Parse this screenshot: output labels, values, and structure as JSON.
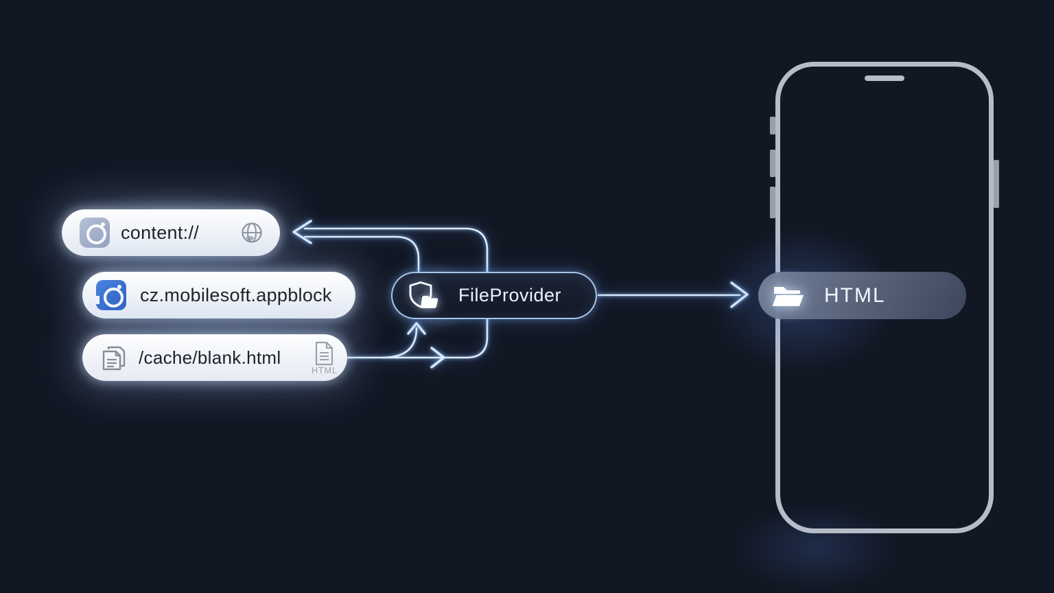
{
  "canvas": {
    "background": "#121724"
  },
  "nodes": {
    "content_uri": {
      "label": "content://",
      "icons": [
        "app-avatar-icon",
        "globe-icon"
      ]
    },
    "package_name": {
      "label": "cz.mobilesoft.appblock",
      "icons": [
        "appblock-app-icon"
      ]
    },
    "cache_file": {
      "label": "/cache/blank.html",
      "badge": "HTML",
      "icons": [
        "document-copy-icon",
        "html-file-icon"
      ]
    },
    "file_provider": {
      "label": "FileProvider",
      "icons": [
        "shield-folder-icon"
      ]
    },
    "html_output": {
      "label": "HTML",
      "icons": [
        "open-folder-icon"
      ]
    }
  },
  "edges": [
    {
      "from": "cache_file",
      "to": "file_provider"
    },
    {
      "from": "cache_file",
      "to": "content_uri"
    },
    {
      "from": "file_provider",
      "to": "content_uri"
    },
    {
      "from": "file_provider",
      "to": "html_output"
    }
  ],
  "colors": {
    "background": "#121724",
    "light_pill": "#f2f5fa",
    "light_pill_text": "#1e2127",
    "dark_node_border": "#b0cff2",
    "dark_node_text": "#eef3f9",
    "arrow": "#dcebfc",
    "html_pill": "#4a5468",
    "phone_frame": "#b6bdc8",
    "appblock_blue": "#3a6fd0",
    "icon_gray": "#8b919c"
  }
}
